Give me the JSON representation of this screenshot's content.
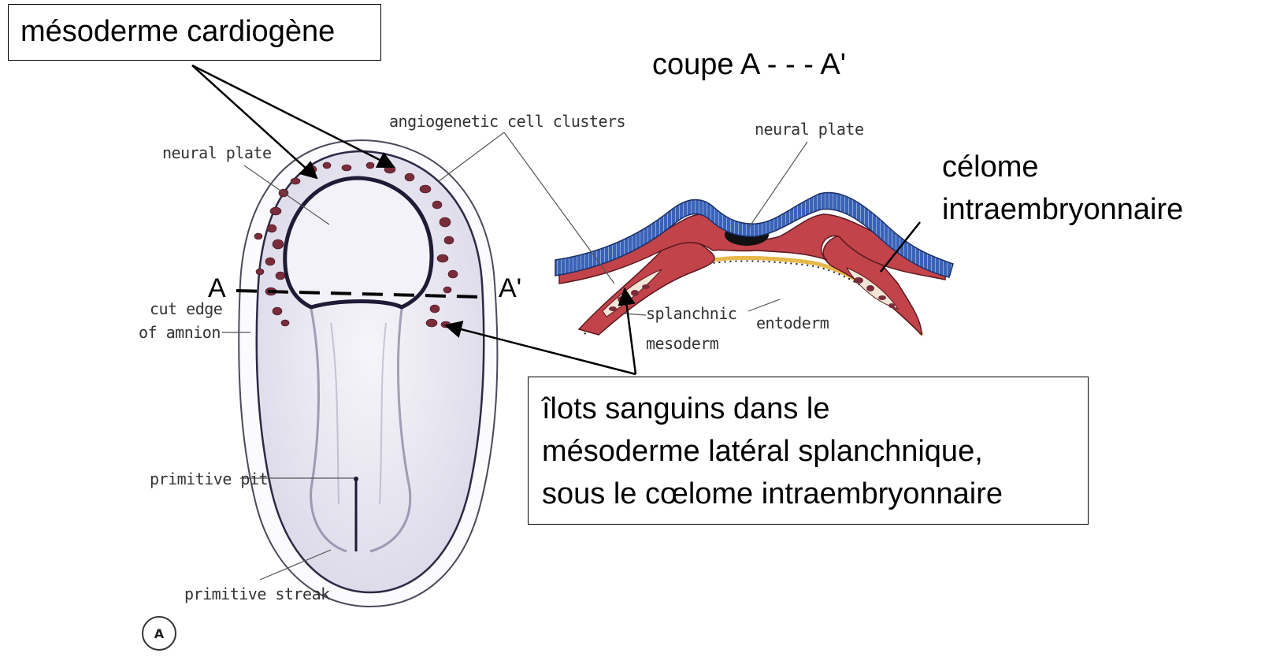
{
  "labels": {
    "mesoderme_cardiogene": "mésoderme cardiogène",
    "coupe": "coupe A - - - A'",
    "celome_line1": "célome",
    "celome_line2": "intraembryonnaire",
    "ilots_line1": "îlots sanguins dans le",
    "ilots_line2": "mésoderme latéral splanchnique,",
    "ilots_line3": "sous le cœlome intraembryonnaire",
    "section_a": "A",
    "section_a_prime": "A'"
  },
  "figure_labels": {
    "angiogenetic": "angiogenetic cell clusters",
    "neural_plate_left": "neural plate",
    "neural_plate_right": "neural plate",
    "cut_edge_1": "cut edge",
    "cut_edge_2": "of amnion",
    "primitive_pit": "primitive pit",
    "primitive_streak": "primitive streak",
    "splanchnic_1": "splanchnic",
    "splanchnic_2": "mesoderm",
    "entoderm": "entoderm",
    "panel_letter": "A"
  },
  "colors": {
    "ectoderm_blue": "#3a63b8",
    "mesoderm_red": "#c2434a",
    "entoderm_yellow": "#e8b84a",
    "blood_island": "#7a2c3a",
    "embryo_shade": "#e4e2ef"
  }
}
